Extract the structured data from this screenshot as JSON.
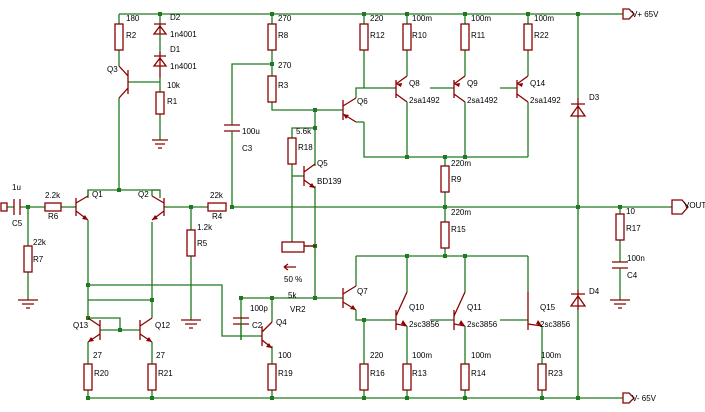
{
  "rails": {
    "positive": "V+ 65V",
    "negative": "V- 65V",
    "output": "VOUT"
  },
  "components": {
    "R2": {
      "ref": "R2",
      "value": "180"
    },
    "R1": {
      "ref": "R1",
      "value": "10k"
    },
    "D1": {
      "ref": "D1",
      "value": "1n4001"
    },
    "D2": {
      "ref": "D2",
      "value": "1n4001"
    },
    "R8": {
      "ref": "R8",
      "value": "270"
    },
    "R3": {
      "ref": "R3",
      "value": "270"
    },
    "C3": {
      "ref": "C3",
      "value": "100u"
    },
    "R12": {
      "ref": "R12",
      "value": "220"
    },
    "R10": {
      "ref": "R10",
      "value": "100m"
    },
    "R11": {
      "ref": "R11",
      "value": "100m"
    },
    "R22": {
      "ref": "R22",
      "value": "100m"
    },
    "C5": {
      "ref": "C5",
      "value": "1u"
    },
    "R6": {
      "ref": "R6",
      "value": "2.2k"
    },
    "R7": {
      "ref": "R7",
      "value": "22k"
    },
    "R4": {
      "ref": "R4",
      "value": "22k"
    },
    "R5": {
      "ref": "R5",
      "value": "1.2k"
    },
    "R18": {
      "ref": "R18",
      "value": "5.6k"
    },
    "VR2": {
      "ref": "VR2",
      "value": "5k",
      "setting": "50 %"
    },
    "R9": {
      "ref": "R9",
      "value": "220m"
    },
    "R15": {
      "ref": "R15",
      "value": "220m"
    },
    "R17": {
      "ref": "R17",
      "value": "10"
    },
    "C4": {
      "ref": "C4",
      "value": "100n"
    },
    "C2": {
      "ref": "C2",
      "value": "100p"
    },
    "R20": {
      "ref": "R20",
      "value": "27"
    },
    "R21": {
      "ref": "R21",
      "value": "27"
    },
    "R19": {
      "ref": "R19",
      "value": "100"
    },
    "R16": {
      "ref": "R16",
      "value": "220"
    },
    "R13": {
      "ref": "R13",
      "value": "100m"
    },
    "R14": {
      "ref": "R14",
      "value": "100m"
    },
    "R23": {
      "ref": "R23",
      "value": "100m"
    },
    "D3": {
      "ref": "D3"
    },
    "D4": {
      "ref": "D4"
    }
  },
  "transistors": {
    "Q1": {
      "ref": "Q1"
    },
    "Q2": {
      "ref": "Q2"
    },
    "Q3": {
      "ref": "Q3"
    },
    "Q4": {
      "ref": "Q4"
    },
    "Q5": {
      "ref": "Q5",
      "part": "BD139"
    },
    "Q6": {
      "ref": "Q6"
    },
    "Q7": {
      "ref": "Q7"
    },
    "Q8": {
      "ref": "Q8",
      "part": "2sa1492"
    },
    "Q9": {
      "ref": "Q9",
      "part": "2sa1492"
    },
    "Q14": {
      "ref": "Q14",
      "part": "2sa1492"
    },
    "Q10": {
      "ref": "Q10",
      "part": "2sc3856"
    },
    "Q11": {
      "ref": "Q11",
      "part": "2sc3856"
    },
    "Q15": {
      "ref": "Q15",
      "part": "2sc3856"
    },
    "Q12": {
      "ref": "Q12"
    },
    "Q13": {
      "ref": "Q13"
    }
  }
}
